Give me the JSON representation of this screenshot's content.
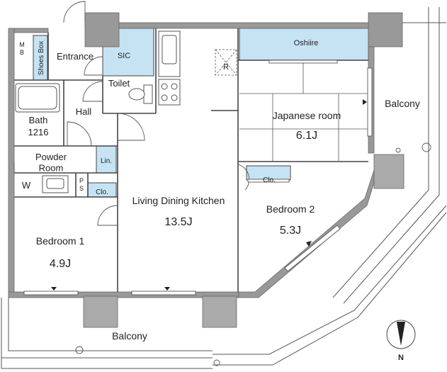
{
  "labels": {
    "mb": "M\nB",
    "shoes_box": "Shoes Box",
    "entrance": "Entrance",
    "sic": "SIC",
    "toilet": "Toilet",
    "hall": "Hall",
    "bath": "Bath",
    "bath_size": "1216",
    "powder_room": "Powder\nRoom",
    "w": "W",
    "lin": "Lin.",
    "ps": "P\nS",
    "clo_1": "Clo.",
    "clo_2": "Clo.",
    "oshiire": "Oshiire",
    "r_mark": "R",
    "japanese_room": "Japanese room",
    "japanese_room_size": "6.1J",
    "balcony_east": "Balcony",
    "ldk": "Living Dining Kitchen",
    "ldk_size": "13.5J",
    "bedroom1": "Bedroom 1",
    "bedroom1_size": "4.9J",
    "bedroom2": "Bedroom 2",
    "bedroom2_size": "5.3J",
    "balcony_south": "Balcony",
    "north": "N"
  },
  "colors": {
    "wall": "#999999",
    "pillar": "#aaaaaa",
    "storage": "#c6e3f3",
    "line": "#444444",
    "text": "#222222"
  },
  "icons": [
    "north-arrow-icon",
    "door-swing-icon",
    "sliding-door-arrow-icon",
    "bathtub-icon",
    "toilet-icon",
    "stove-icon",
    "sink-icon"
  ]
}
